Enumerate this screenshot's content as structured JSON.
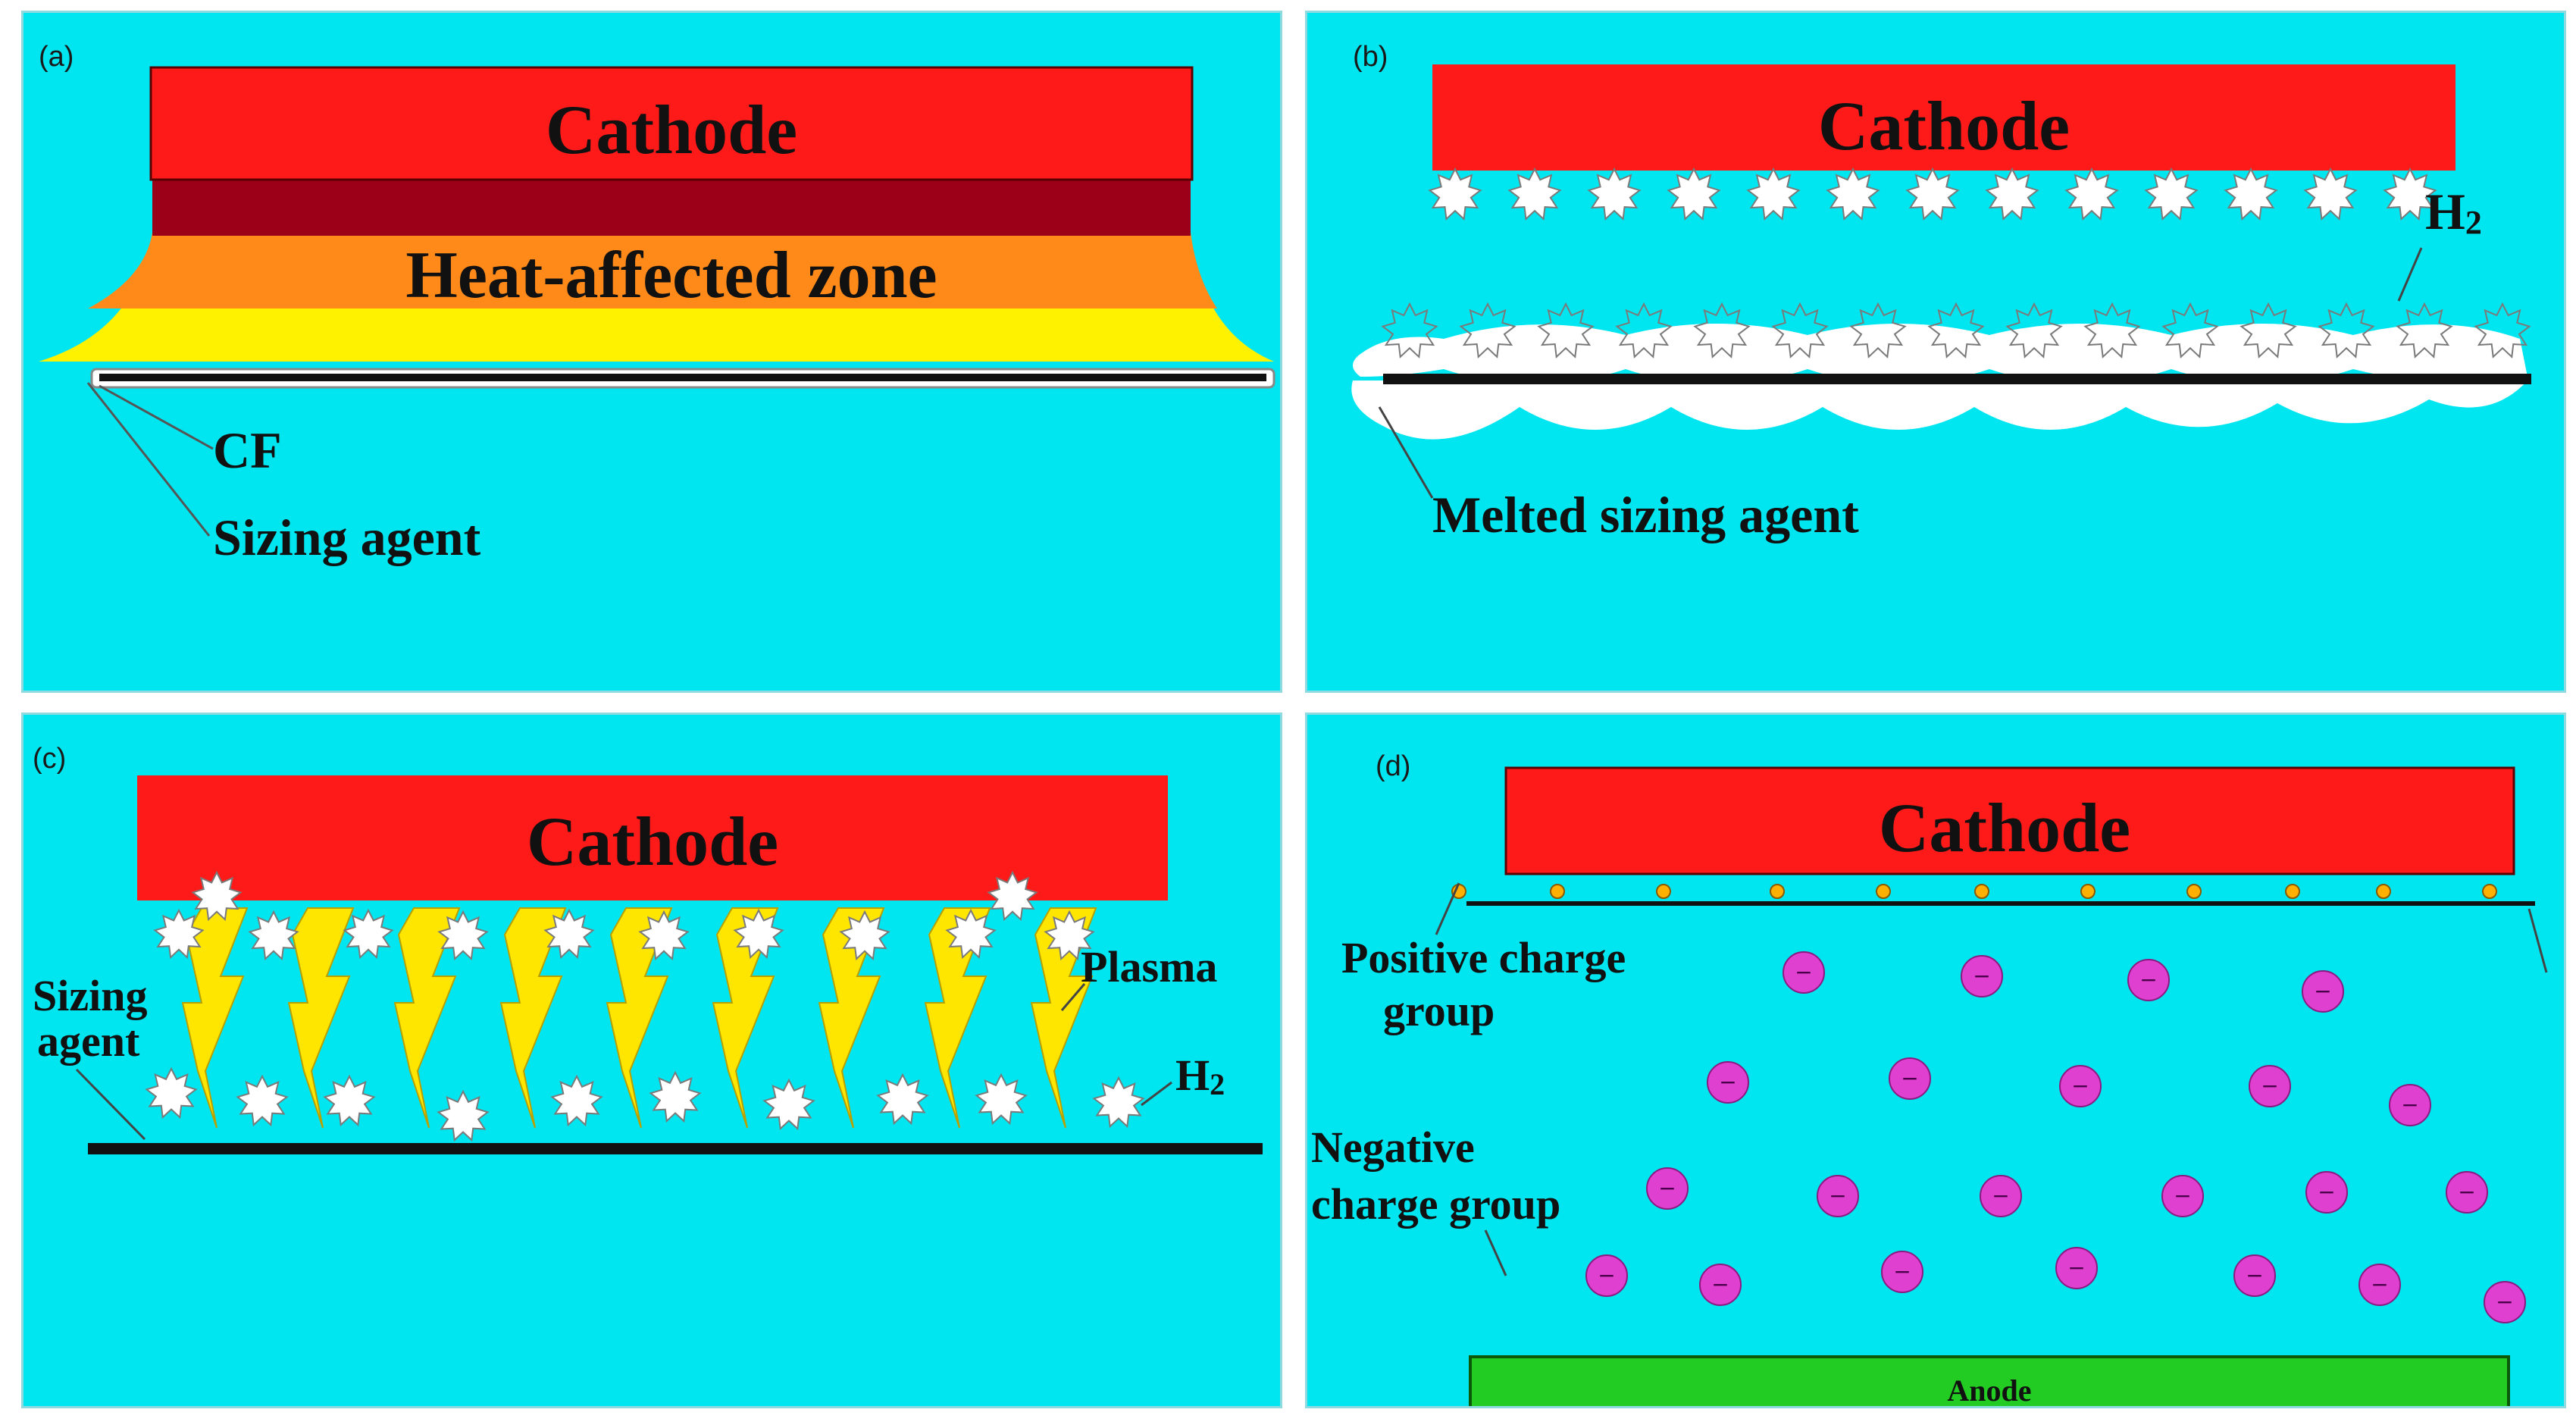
{
  "panels": {
    "a": {
      "tag": "(a)",
      "cathode": "Cathode",
      "heat_zone": "Heat-affected zone",
      "cf": "CF",
      "sizing": "Sizing agent"
    },
    "b": {
      "tag": "(b)",
      "cathode": "Cathode",
      "h2_main": "H",
      "h2_sub": "2",
      "melted": "Melted sizing agent"
    },
    "c": {
      "tag": "(c)",
      "cathode": "Cathode",
      "sizing_line1": "Sizing",
      "sizing_line2": "agent",
      "plasma": "Plasma",
      "h2_main": "H",
      "h2_sub": "2"
    },
    "d": {
      "tag": "(d)",
      "cathode": "Cathode",
      "pos_line1": "Positive charge",
      "pos_line2": "group",
      "neg_line1": "Negative",
      "neg_line2": "charge group",
      "anode": "Anode",
      "minus": "−"
    }
  },
  "colors": {
    "background": "#00e6f0",
    "cathode": "#ff1a1a",
    "dark_red": "#9b0018",
    "orange": "#ff8a1a",
    "yellow": "#fff200",
    "plasma": "#ffe600",
    "negative_charge": "#e040d0",
    "positive_charge": "#ffb000",
    "anode": "#22cc22"
  },
  "icons": [
    "h2-bubble-icon",
    "lightning-icon",
    "negative-charge-icon",
    "positive-charge-icon"
  ]
}
